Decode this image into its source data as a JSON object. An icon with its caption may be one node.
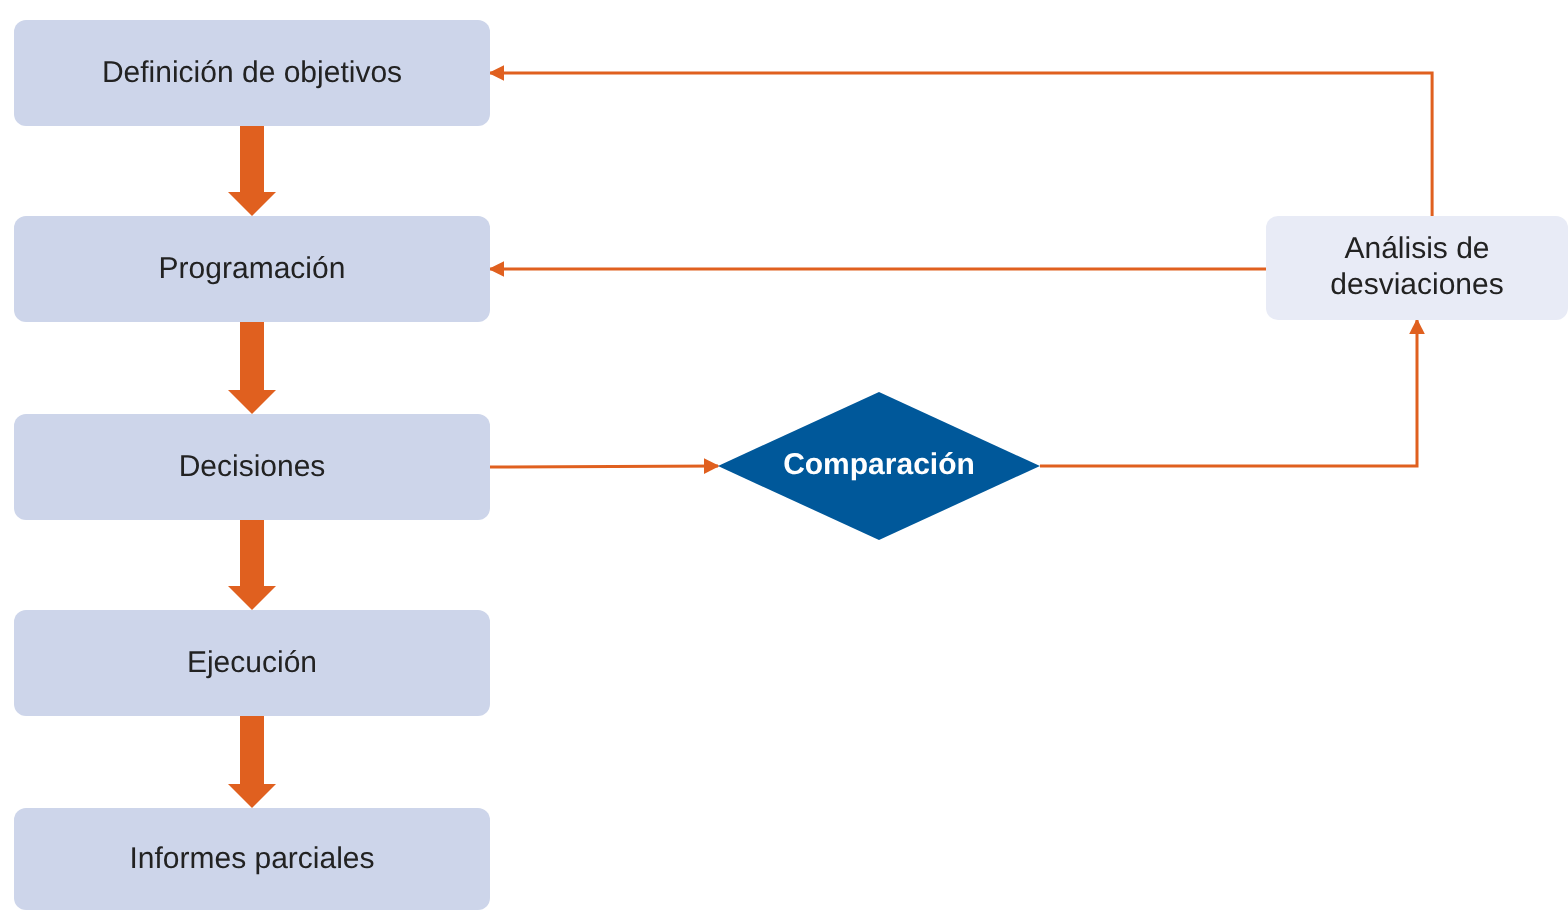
{
  "diagram": {
    "nodes": [
      {
        "text": [
          "Definición de objetivos"
        ]
      },
      {
        "text": [
          "Programación"
        ]
      },
      {
        "text": [
          "Decisiones"
        ]
      },
      {
        "text": [
          "Ejecución"
        ]
      },
      {
        "text": [
          "Informes parciales"
        ]
      },
      {
        "text": [
          "Comparación"
        ]
      },
      {
        "text": [
          "Análisis de desviaciones"
        ]
      }
    ],
    "edges": [
      {
        "from": 0,
        "to": 1,
        "arrow": "to",
        "style": "thick"
      },
      {
        "from": 1,
        "to": 2,
        "arrow": "to",
        "style": "thick"
      },
      {
        "from": 2,
        "to": 3,
        "arrow": "to",
        "style": "thick"
      },
      {
        "from": 3,
        "to": 4,
        "arrow": "to",
        "style": "thick"
      },
      {
        "from": 2,
        "to": 5,
        "arrow": "to"
      },
      {
        "from": 5,
        "to": 6,
        "arrow": "to"
      },
      {
        "from": 6,
        "to": 1,
        "arrow": "to"
      },
      {
        "from": 6,
        "to": 0,
        "arrow": "to"
      }
    ]
  }
}
